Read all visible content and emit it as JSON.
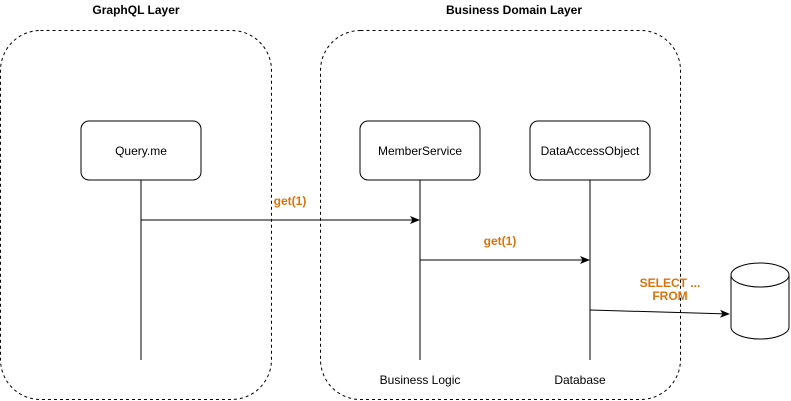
{
  "layers": [
    {
      "title": "GraphQL Layer"
    },
    {
      "title": "Business Domain Layer"
    }
  ],
  "participants": [
    {
      "label": "Query.me"
    },
    {
      "label": "MemberService"
    },
    {
      "label": "DataAccessObject"
    }
  ],
  "messages": [
    {
      "label": "get(1)"
    },
    {
      "label": "get(1)"
    },
    {
      "line1": "SELECT ...",
      "line2": "FROM"
    }
  ],
  "footers": [
    "Business Logic",
    "Database"
  ],
  "colors": {
    "message_label": "#d9730d",
    "line": "#000000",
    "box_fill": "#ffffff"
  },
  "icons": {
    "database": "database-cylinder-icon"
  }
}
